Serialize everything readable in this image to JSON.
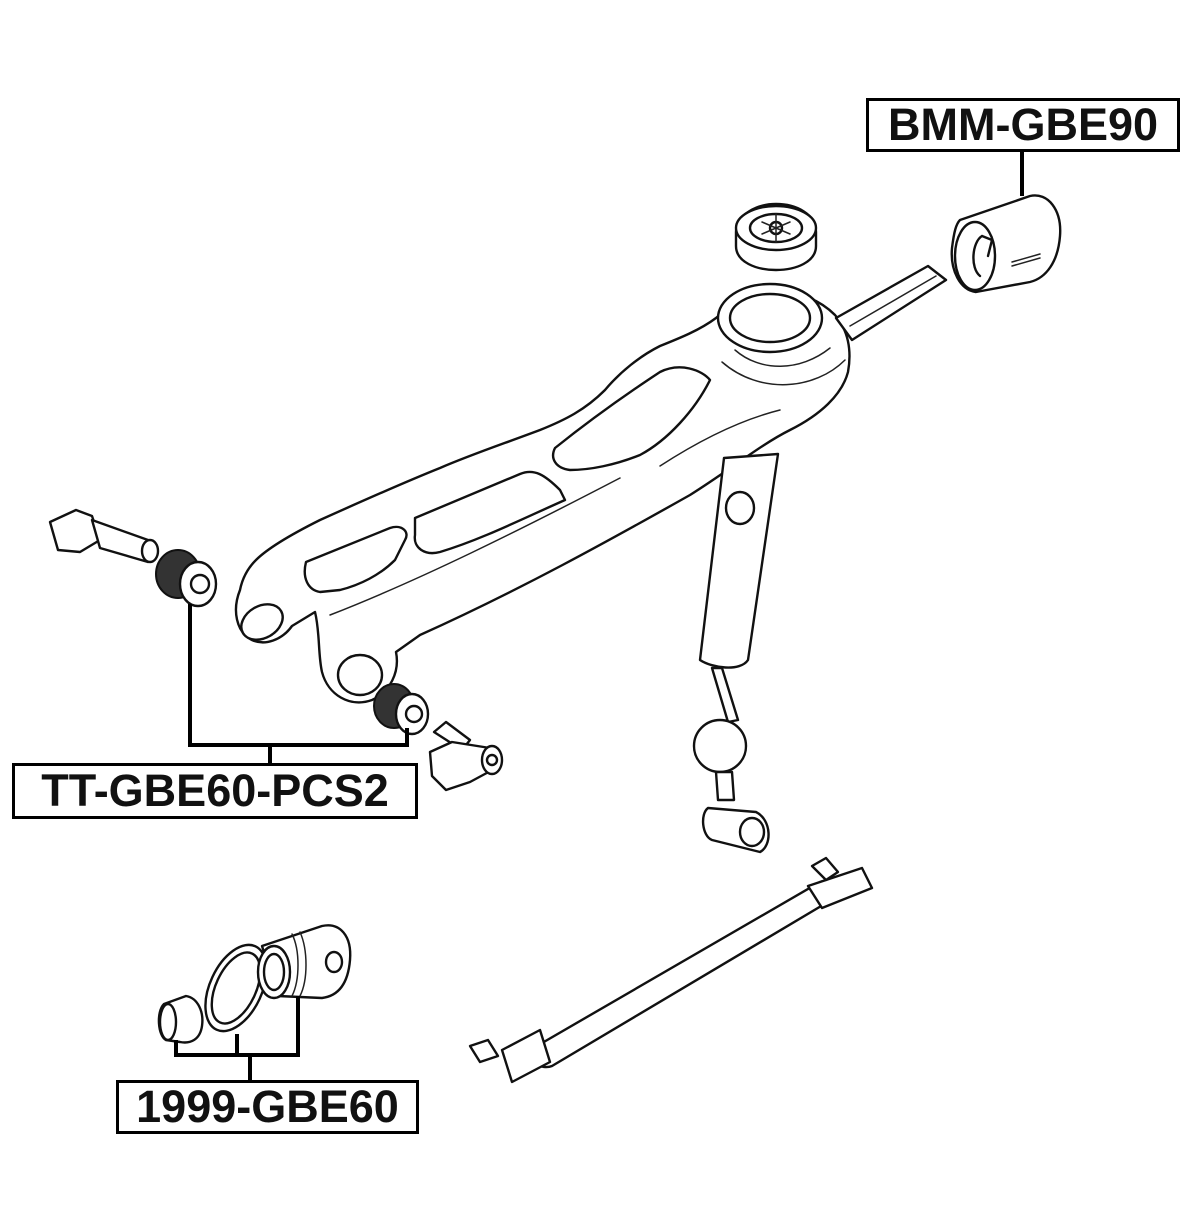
{
  "diagram": {
    "type": "exploded parts diagram",
    "subject": "gear shift linkage assembly",
    "background_color": "#ffffff",
    "line_color": "#111111",
    "labels": [
      {
        "id": "bmm",
        "text": "BMM-GBE90",
        "points_to": [
          "shift-knob-bushing"
        ]
      },
      {
        "id": "tt",
        "text": "TT-GBE60-PCS2",
        "points_to": [
          "left-arm-bushing",
          "right-arm-bushing"
        ]
      },
      {
        "id": "1999",
        "text": "1999-GBE60",
        "points_to": [
          "small-cap-bushing",
          "seal-ring",
          "sleeve-bushing"
        ]
      }
    ],
    "parts": [
      "shift-bracket-arm",
      "retainer-nut",
      "shift-knob-bushing",
      "shift-lever-stub",
      "damper-rod",
      "left-pin-bolt",
      "left-arm-bushing",
      "right-arm-bushing",
      "right-pin-bolt",
      "linkage-rod",
      "small-cap-bushing",
      "seal-ring",
      "sleeve-bushing"
    ]
  }
}
